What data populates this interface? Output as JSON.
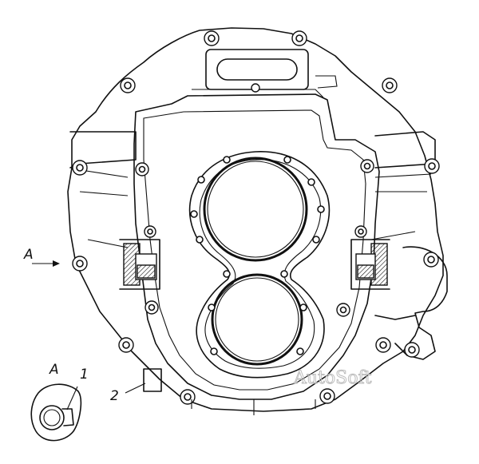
{
  "labels": {
    "view_marker": "A",
    "view_title": "A",
    "callout_1": "1",
    "callout_2": "2"
  },
  "watermark": "AutoSoft"
}
